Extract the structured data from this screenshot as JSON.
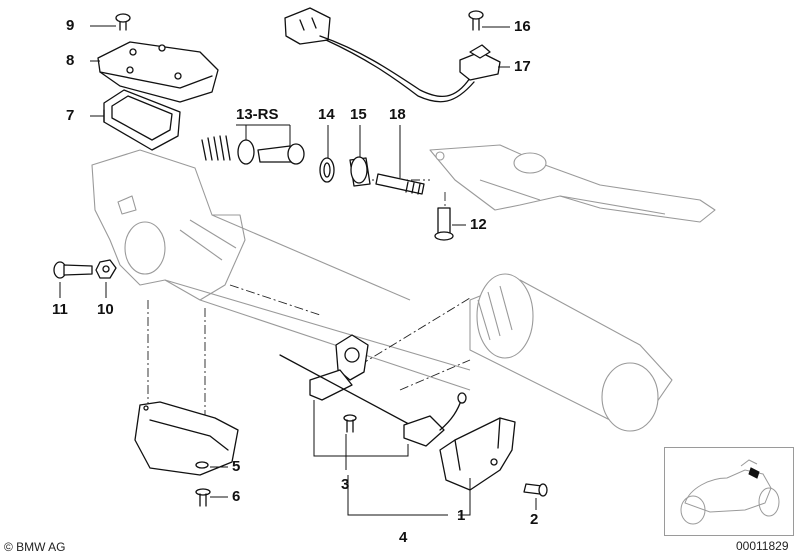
{
  "callouts": [
    {
      "id": "p9",
      "text": "9"
    },
    {
      "id": "p8",
      "text": "8"
    },
    {
      "id": "p7",
      "text": "7"
    },
    {
      "id": "p13",
      "text": "13-RS"
    },
    {
      "id": "p14",
      "text": "14"
    },
    {
      "id": "p15",
      "text": "15"
    },
    {
      "id": "p18",
      "text": "18"
    },
    {
      "id": "p16",
      "text": "16"
    },
    {
      "id": "p17",
      "text": "17"
    },
    {
      "id": "p12",
      "text": "12"
    },
    {
      "id": "p11",
      "text": "11"
    },
    {
      "id": "p10",
      "text": "10"
    },
    {
      "id": "p5",
      "text": "5"
    },
    {
      "id": "p6",
      "text": "6"
    },
    {
      "id": "p3",
      "text": "3"
    },
    {
      "id": "p4",
      "text": "4"
    },
    {
      "id": "p1",
      "text": "1"
    },
    {
      "id": "p2",
      "text": "2"
    }
  ],
  "footer": {
    "copyright": "© BMW AG",
    "drawing_number": "00011829"
  },
  "thumbnail": {
    "icon": "motorcycle-locator-icon"
  }
}
